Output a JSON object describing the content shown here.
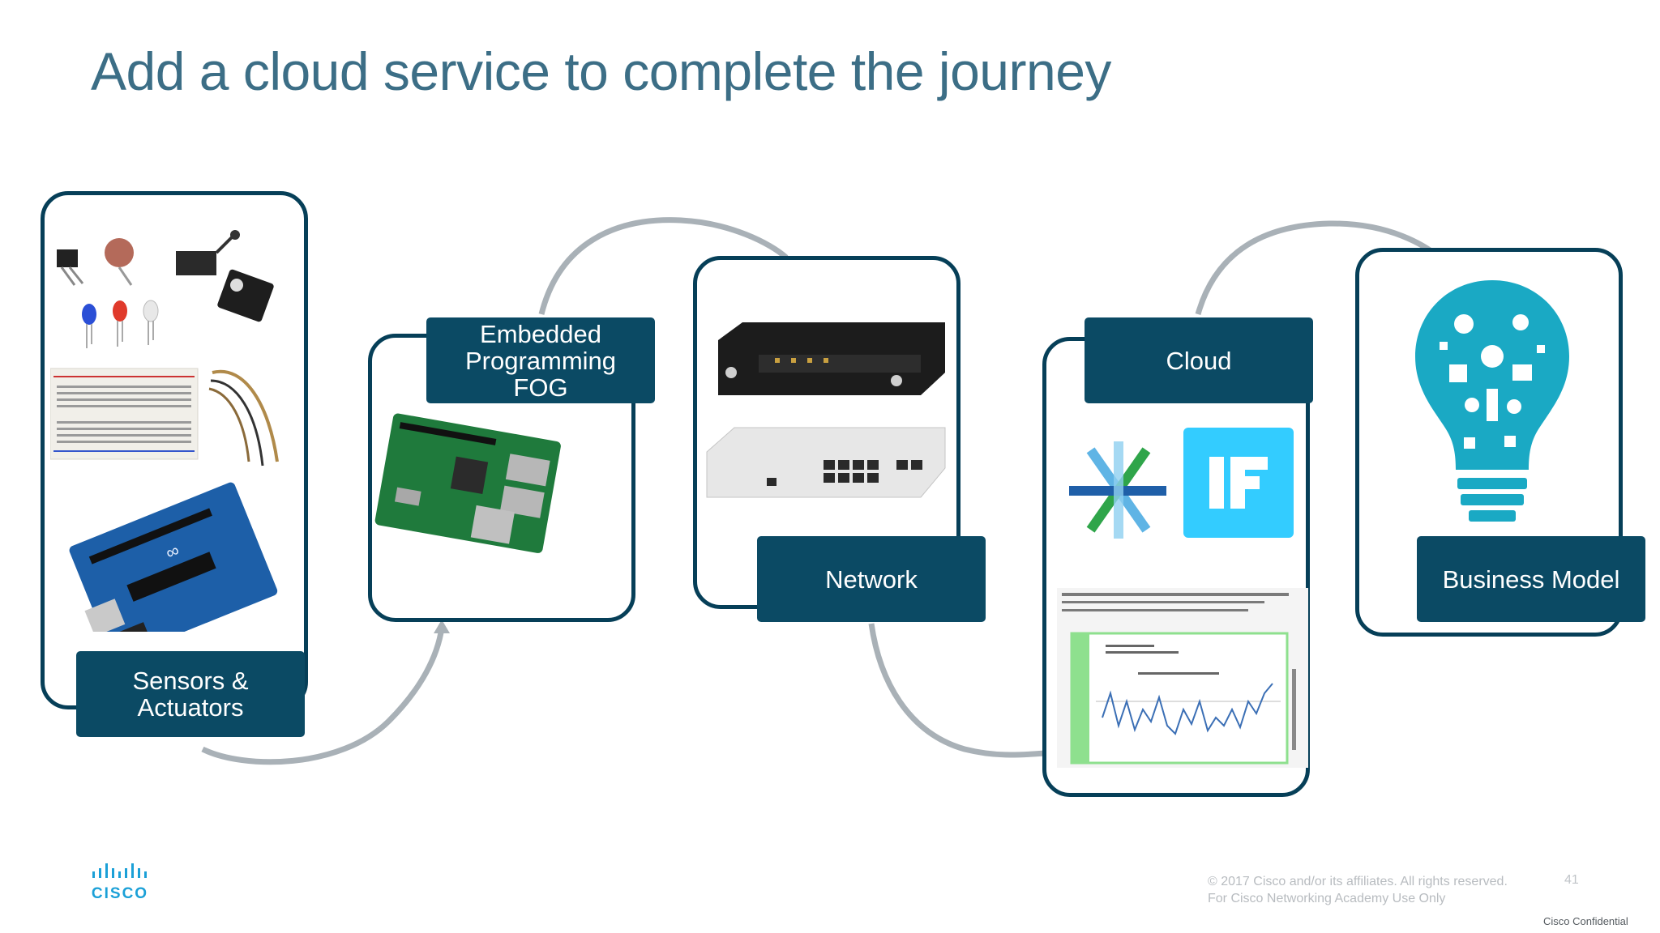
{
  "slide": {
    "title": "Add a cloud service to complete the journey"
  },
  "steps": [
    {
      "label": "Sensors &\nActuators"
    },
    {
      "label": "Embedded\nProgramming\nFOG"
    },
    {
      "label": "Network"
    },
    {
      "label": "Cloud"
    },
    {
      "label": "Business Model"
    }
  ],
  "footer": {
    "logo_text": "CISCO",
    "copyright_line1": "© 2017  Cisco and/or its affiliates. All rights reserved.",
    "copyright_line2": "For Cisco Networking Academy Use Only",
    "page_number": "41",
    "confidential": "Cisco Confidential"
  },
  "colors": {
    "title": "#3c6e86",
    "card_border": "#063f58",
    "label_bg": "#0b4a64",
    "connector": "#a9b1b7",
    "accent_teal": "#1aa9c4"
  },
  "icons": [
    "sensor-components-image",
    "raspberry-pi-image",
    "router-image",
    "switch-image",
    "cisco-spark-logo",
    "ifttt-logo",
    "dashboard-chart-image",
    "lightbulb-icon",
    "cisco-logo"
  ]
}
